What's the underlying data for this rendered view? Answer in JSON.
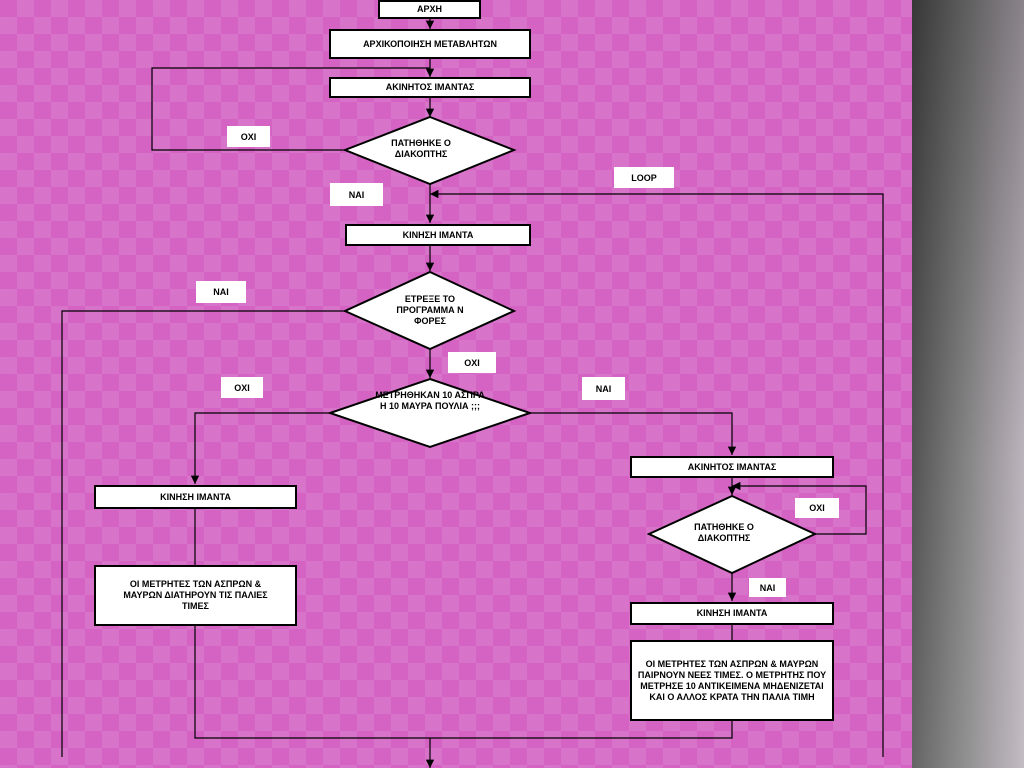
{
  "flowchart": {
    "start": "ΑΡΧΗ",
    "init": "ΑΡΧΙΚΟΠΟΙΗΣΗ ΜΕΤΑΒΛΗΤΩΝ",
    "belt_stopped_1": "ΑΚΙΝΗΤΟΣ  ΙΜΑΝΤΑΣ",
    "switch_pressed_1": "ΠΑΤΗΘΗΚΕ Ο ΔΙΑΚΟΠΤΗΣ",
    "no_1": "ΟΧΙ",
    "yes_1": "ΝΑΙ",
    "loop": "LOOP",
    "belt_moving_1": "ΚΙΝΗΣΗ  ΙΜΑΝΤΑ",
    "ran_n_times": "ΕΤΡΕΞΕ ΤΟ ΠΡΟΓΡΑΜΜΑ Ν ΦΟΡΕΣ",
    "yes_2": "ΝΑΙ",
    "no_2": "ΟΧΙ",
    "counted_10": "ΜΕΤΡΗΘΗΚΑΝ 10 ΑΣΠΡΑ Η 10 ΜΑΥΡΑ ΠΟΥΛΙΑ ;;;",
    "no_3": "ΟΧΙ",
    "yes_3": "ΝΑΙ",
    "belt_moving_left": "ΚΙΝΗΣΗ  ΙΜΑΝΤΑ",
    "counters_keep": "ΟΙ ΜΕΤΡΗΤΕΣ ΤΩΝ ΑΣΠΡΩΝ & ΜΑΥΡΩΝ ΔΙΑΤΗΡΟΥΝ ΤΙΣ ΠΑΛΙΕΣ ΤΙΜΕΣ",
    "belt_stopped_right": "ΑΚΙΝΗΤΟΣ  ΙΜΑΝΤΑΣ",
    "switch_pressed_2": "ΠΑΤΗΘΗΚΕ Ο ΔΙΑΚΟΠΤΗΣ",
    "no_4": "ΟΧΙ",
    "yes_4": "ΝΑΙ",
    "belt_moving_right": "ΚΙΝΗΣΗ  ΙΜΑΝΤΑ",
    "counters_new": "ΟΙ ΜΕΤΡΗΤΕΣ ΤΩΝ ΑΣΠΡΩΝ & ΜΑΥΡΩΝ ΠΑΙΡΝΟΥΝ ΝΕΕΣ ΤΙΜΕΣ. Ο ΜΕΤΡΗΤΗΣ ΠΟΥ ΜΕΤΡΗΣΕ 10 ΑΝΤΙΚΕΙΜΕΝΑ ΜΗΔΕΝΙΖΕΤΑΙ ΚΑΙ Ο ΑΛΛΟΣ ΚΡΑΤΑ ΤΗΝ ΠΑΛΙΑ ΤΙΜΗ"
  },
  "colors": {
    "background": "#d463c4",
    "side_panel": "#7a7a7a",
    "box": "#ffffff",
    "line": "#000000"
  }
}
